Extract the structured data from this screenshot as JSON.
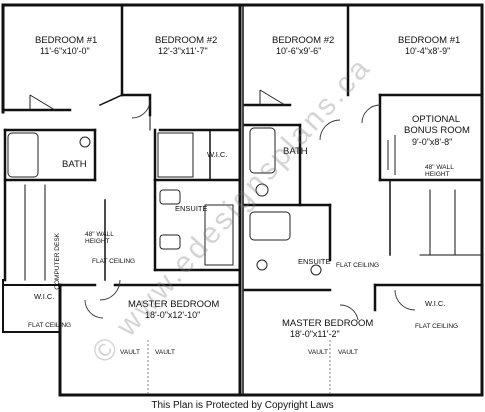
{
  "left_unit": {
    "bedroom1_name": "BEDROOM #1",
    "bedroom1_dim": "11'-6\"x10'-0\"",
    "bedroom2_name": "BEDROOM #2",
    "bedroom2_dim": "12'-3\"x11'-7\"",
    "bath": "BATH",
    "wic_top": "W.I.C.",
    "ensuite": "ENSUITE",
    "computer_desk": "COMPUTER DESK",
    "wall_height": "48\" WALL HEIGHT",
    "flat_ceiling": "FLAT CEILING",
    "wic_bottom": "W.I.C.",
    "flat_ceiling_wic": "FLAT CEILING",
    "master_name": "MASTER BEDROOM",
    "master_dim": "18'-0\"x12'-10\"",
    "vault_left": "VAULT",
    "vault_right": "VAULT"
  },
  "right_unit": {
    "bedroom2_name": "BEDROOM #2",
    "bedroom2_dim": "10'-6\"x9'-6\"",
    "bedroom1_name": "BEDROOM #1",
    "bedroom1_dim": "10'-4\"x8'-9\"",
    "bonus_line1": "OPTIONAL",
    "bonus_line2": "BONUS ROOM",
    "bonus_dim": "9'-0\"x8'-8\"",
    "wall_height": "48\" WALL HEIGHT",
    "bath": "BATH",
    "ensuite": "ENSUITE",
    "flat_ceiling": "FLAT CEILING",
    "master_name": "MASTER BEDROOM",
    "master_dim": "18'-0\"x11'-2\"",
    "vault_left": "VAULT",
    "vault_right": "VAULT",
    "wic": "W.I.C.",
    "flat_ceiling_wic": "FLAT CEILING"
  },
  "watermark": "© www.edesignsplans.ca",
  "footer": "This Plan is Protected by Copyright Laws"
}
